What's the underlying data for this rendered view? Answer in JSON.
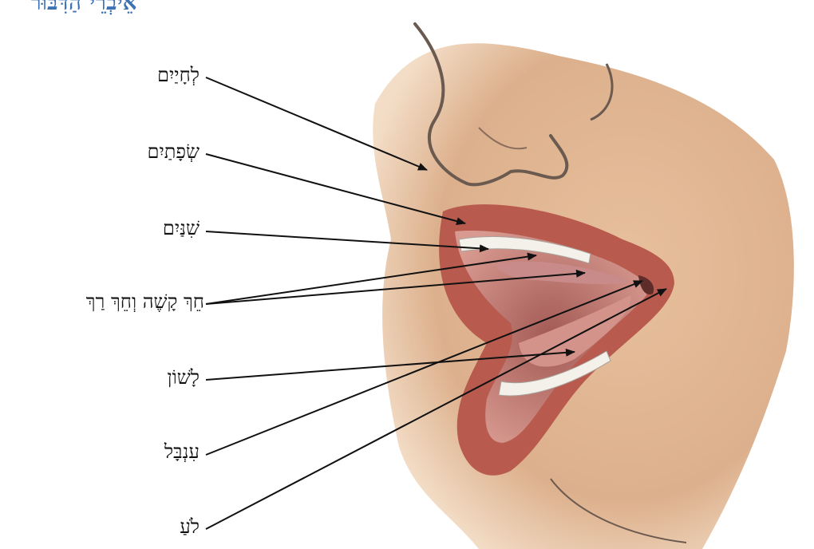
{
  "title": "אֵיבְרֵי הַדִּבּוּר",
  "labels": {
    "cheeks": "לְחָיַיִם",
    "lips": "שְׂפָתַיִם",
    "teeth": "שִׁנַּיִם",
    "palate": "חֵךְ קָשֶׁה וְחֵךְ רַךְ",
    "tongue": "לָשׁוֹן",
    "uvula": "עִנְבָּל",
    "throat": "לֹעַ"
  },
  "colors": {
    "title": "#3d72b4",
    "skin": "#d8a77c",
    "lip": "#b85a4e",
    "mouth": "#c9887e",
    "teeth": "#f4f1ea",
    "arrow": "#111111"
  }
}
